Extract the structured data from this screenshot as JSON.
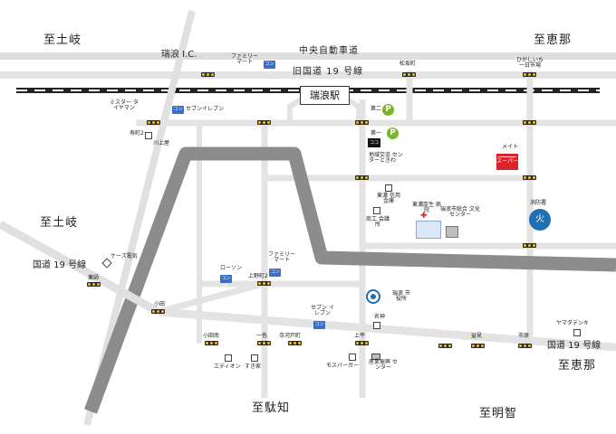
{
  "directions": {
    "toki_top": "至土岐",
    "ena_top": "至恵那",
    "toki_left": "至土岐",
    "ena_right": "至恵那",
    "dachi": "至駄知",
    "akechi": "至明智"
  },
  "roads": {
    "expressway": "中央自動車道",
    "route19_top": "旧国道 19 号線",
    "route19_left": "国道 19 号線",
    "route19_right": "国道 19 号線",
    "ic": "瑞浪 I.C."
  },
  "station": "瑞浪駅",
  "intersections": {
    "matsuzakacho": "松坂町",
    "hiigashi_ichinichi": "ひがしいち 一日市場",
    "tokiwacho2": "寿町2",
    "ueno_cho2": "上野町2",
    "oda": "小田",
    "oda_minami": "小田南",
    "isshiki": "一色",
    "terakawado": "寺河戸町",
    "uehira": "上平",
    "masumi": "益見",
    "ichiba": "市原"
  },
  "landmarks": {
    "familymart_top": "ファミリー マート",
    "seven_top": "セブンイレブン",
    "mister_tire": "ミスター タイヤマン",
    "kawakami": "川上屋",
    "parking_2": "第二",
    "parking_1": "第一",
    "community_center": "地域交流 センターときわ",
    "shinkin": "東濃 信用金庫",
    "chamber": "商工 会議所",
    "hospital": "東濃厚生 病院",
    "culture_center": "瑞浪市総合 文化センター",
    "meito": "メイト",
    "fire_station": "消防署",
    "k_denki": "ケーズ電気",
    "yakuhin": "薬師",
    "lawson": "ローソン",
    "familymart_mid": "ファミリー マート",
    "seven_mid": "セブン イレブン",
    "city_hall": "瑞浪 市役所",
    "meihan": "名神",
    "mos": "モスバーガー",
    "sangyo": "産業振興 センター",
    "yamada": "ヤマダデンキ",
    "edion": "エディオン",
    "sukiya": "すき家"
  },
  "icons": {
    "convenience": "コンビ",
    "parking": "P",
    "coco": "ココ",
    "supermarket": "スーパー",
    "fire": "火"
  },
  "colors": {
    "main_road": "#8c8c8c",
    "local_road": "#e3e3e3",
    "rail": "#222222",
    "convenience": "#3a6fc8",
    "parking": "#76b82a",
    "supermarket": "#d9232d",
    "civic_blue": "#1f6fb4"
  }
}
